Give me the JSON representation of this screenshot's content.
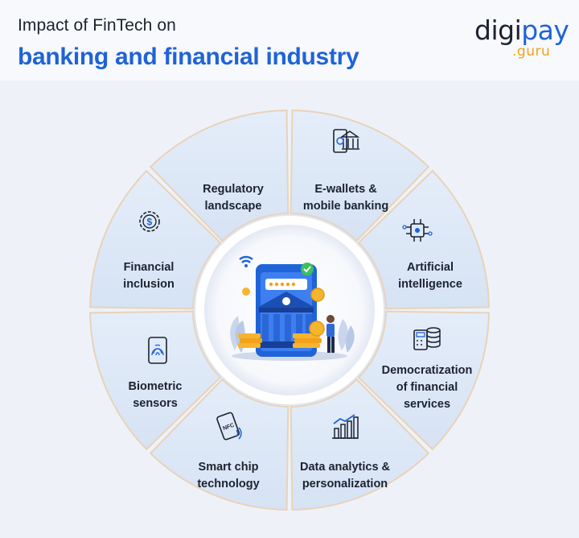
{
  "header": {
    "subtitle": "Impact of FinTech on",
    "title": "banking and financial industry"
  },
  "logo": {
    "main_dark": "digi",
    "main_blue": "pay",
    "sub": ".guru"
  },
  "colors": {
    "accent_blue": "#1f63d8",
    "accent_orange": "#f2a21b",
    "segment_fill": "#dde8f6",
    "segment_border": "#e9d2b8",
    "text_dark": "#1c2230"
  },
  "segments": [
    {
      "icon": "checklist-icon",
      "line1": "Regulatory",
      "line2": "landscape"
    },
    {
      "icon": "mobile-bank-icon",
      "line1": "E-wallets &",
      "line2": "mobile banking"
    },
    {
      "icon": "ai-chip-icon",
      "line1": "Artificial",
      "line2": "intelligence"
    },
    {
      "icon": "calculator-coins-icon",
      "line1": "Democratization",
      "line2": "of financial",
      "line3": "services"
    },
    {
      "icon": "bar-chart-icon",
      "line1": "Data analytics &",
      "line2": "personalization"
    },
    {
      "icon": "nfc-phone-icon",
      "line1": "Smart chip",
      "line2": "technology"
    },
    {
      "icon": "fingerprint-phone-icon",
      "line1": "Biometric",
      "line2": "sensors"
    },
    {
      "icon": "dollar-gear-icon",
      "line1": "Financial",
      "line2": "inclusion"
    }
  ]
}
